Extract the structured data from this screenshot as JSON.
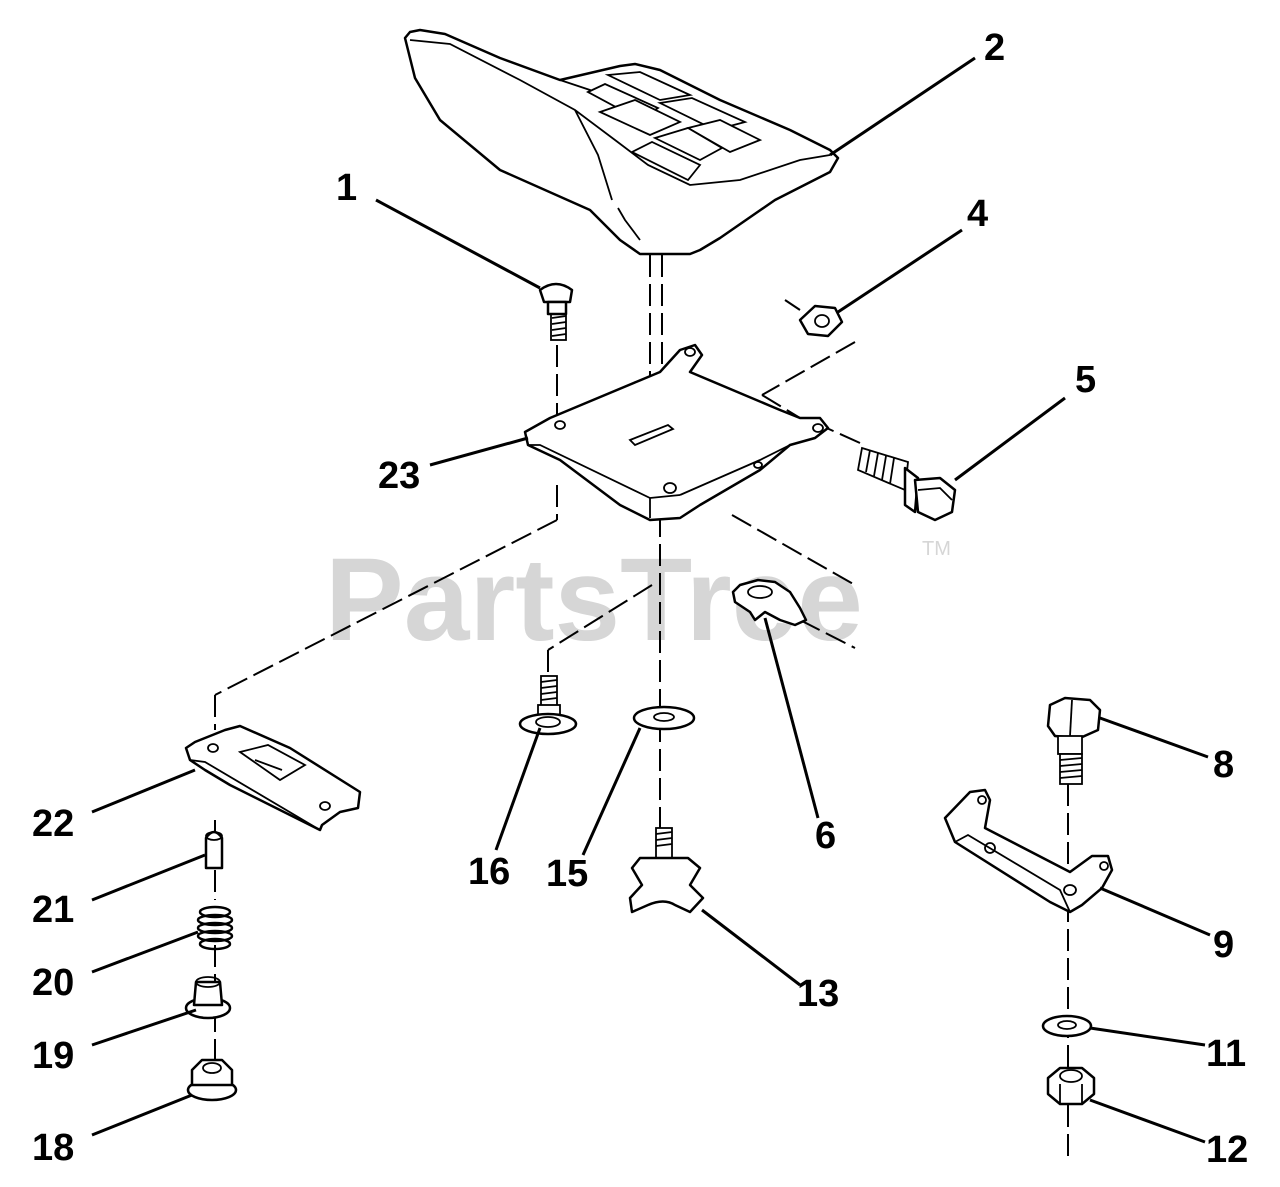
{
  "watermark": {
    "text": "PartsTree",
    "tm": "TM"
  },
  "callouts": [
    "1",
    "2",
    "4",
    "5",
    "6",
    "8",
    "9",
    "11",
    "12",
    "13",
    "15",
    "16",
    "18",
    "19",
    "20",
    "21",
    "22",
    "23"
  ]
}
